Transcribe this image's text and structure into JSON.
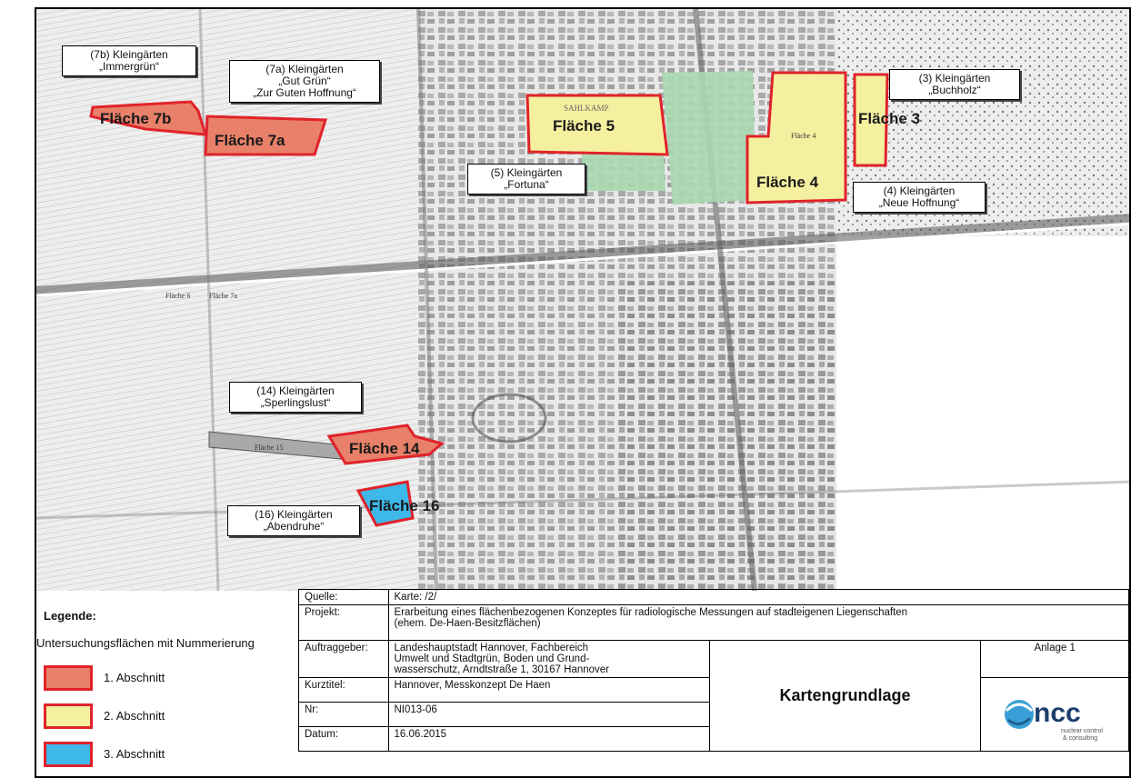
{
  "map": {
    "areas": [
      {
        "label": "Fläche 7b",
        "color": "#e8806a"
      },
      {
        "label": "Fläche 7a",
        "color": "#e8806a"
      },
      {
        "label": "Fläche 5",
        "color": "#f5f0a0"
      },
      {
        "label": "Fläche 4",
        "color": "#f5f0a0"
      },
      {
        "label": "Fläche 3",
        "color": "#f5f0a0"
      },
      {
        "label": "Fläche 14",
        "color": "#e8806a"
      },
      {
        "label": "Fläche 16",
        "color": "#3db8e8"
      }
    ],
    "callouts": {
      "c7b": [
        "(7b) Kleingärten",
        "„Immergrün“"
      ],
      "c7a": [
        "(7a) Kleingärten",
        "„Gut Grün“",
        "„Zur Guten Hoffnung“"
      ],
      "c5": [
        "(5) Kleingärten",
        "„Fortuna“"
      ],
      "c3": [
        "(3) Kleingärten",
        "„Buchholz“"
      ],
      "c4": [
        "(4) Kleingärten",
        "„Neue Hoffnung“"
      ],
      "c14": [
        "(14) Kleingärten",
        "„Sperlingslust“"
      ],
      "c16": [
        "(16) Kleingärten",
        "„Abendruhe“"
      ]
    },
    "map_texts": [
      "Fläche 6",
      "Fläche 4",
      "Fläche 7a",
      "Fläche 15",
      "SAHLKAMP"
    ]
  },
  "legend": {
    "title": "Legende:",
    "subtitle": "Untersuchungsflächen mit Nummerierung",
    "items": [
      {
        "label": "1. Abschnitt",
        "color": "#e8806a"
      },
      {
        "label": "2. Abschnitt",
        "color": "#f5f0a0"
      },
      {
        "label": "3. Abschnitt",
        "color": "#3db8e8"
      }
    ]
  },
  "info": {
    "quelle_k": "Quelle:",
    "quelle_v": "Karte: /2/",
    "projekt_k": "Projekt:",
    "projekt_v1": "Erarbeitung eines flächenbezogenen Konzeptes für radiologische Messungen auf stadteigenen Liegenschaften",
    "projekt_v2": "(ehem. De-Haen-Besitzflächen)",
    "auftrag_k": "Auftraggeber:",
    "auftrag_v1": "Landeshauptstadt Hannover, Fachbereich",
    "auftrag_v2": "Umwelt und Stadtgrün, Boden und Grund-",
    "auftrag_v3": "wasserschutz, Arndtstraße 1, 30167 Hannover",
    "kurz_k": "Kurztitel:",
    "kurz_v": "Hannover, Messkonzept De Haen",
    "nr_k": "Nr:",
    "nr_v": "NI013-06",
    "datum_k": "Datum:",
    "datum_v": "16.06.2015",
    "title": "Kartengrundlage",
    "anlage": "Anlage 1",
    "logo_text": "ncc",
    "logo_sub1": "nuclear control",
    "logo_sub2": "& consulting"
  },
  "colors": {
    "border_red": "#e0232a",
    "green_area": "#a8d8b0"
  }
}
